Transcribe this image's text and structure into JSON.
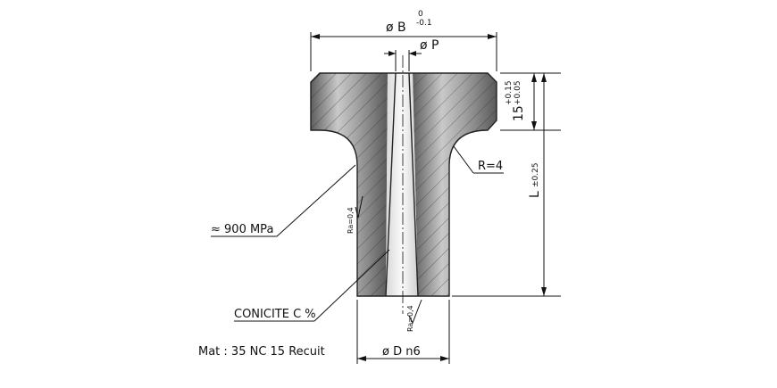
{
  "diameter_b": {
    "symbol": "ø B",
    "tol_upper": "0",
    "tol_lower": "-0.1"
  },
  "diameter_p": {
    "symbol": "ø P"
  },
  "flange_height": {
    "value": "15",
    "tol_upper": "+0.15",
    "tol_lower": "+0.05"
  },
  "length_l": {
    "value": "L",
    "tol": "±0.25"
  },
  "radius": {
    "text": "R=4"
  },
  "hardness": {
    "text": "≈ 900 MPa"
  },
  "conicity": {
    "text": "CONICITE C %"
  },
  "roughness": {
    "text_left": "Ra=0,4",
    "text_bottom": "Ra=0,4"
  },
  "diameter_d": {
    "text": "ø D n6"
  },
  "material": {
    "text": "Mat : 35 NC 15 Recuit"
  },
  "colors": {
    "body_light": "#b5b5b5",
    "body_dark": "#5a5a5a",
    "bore": "#f0f0f0",
    "line": "#111111"
  }
}
